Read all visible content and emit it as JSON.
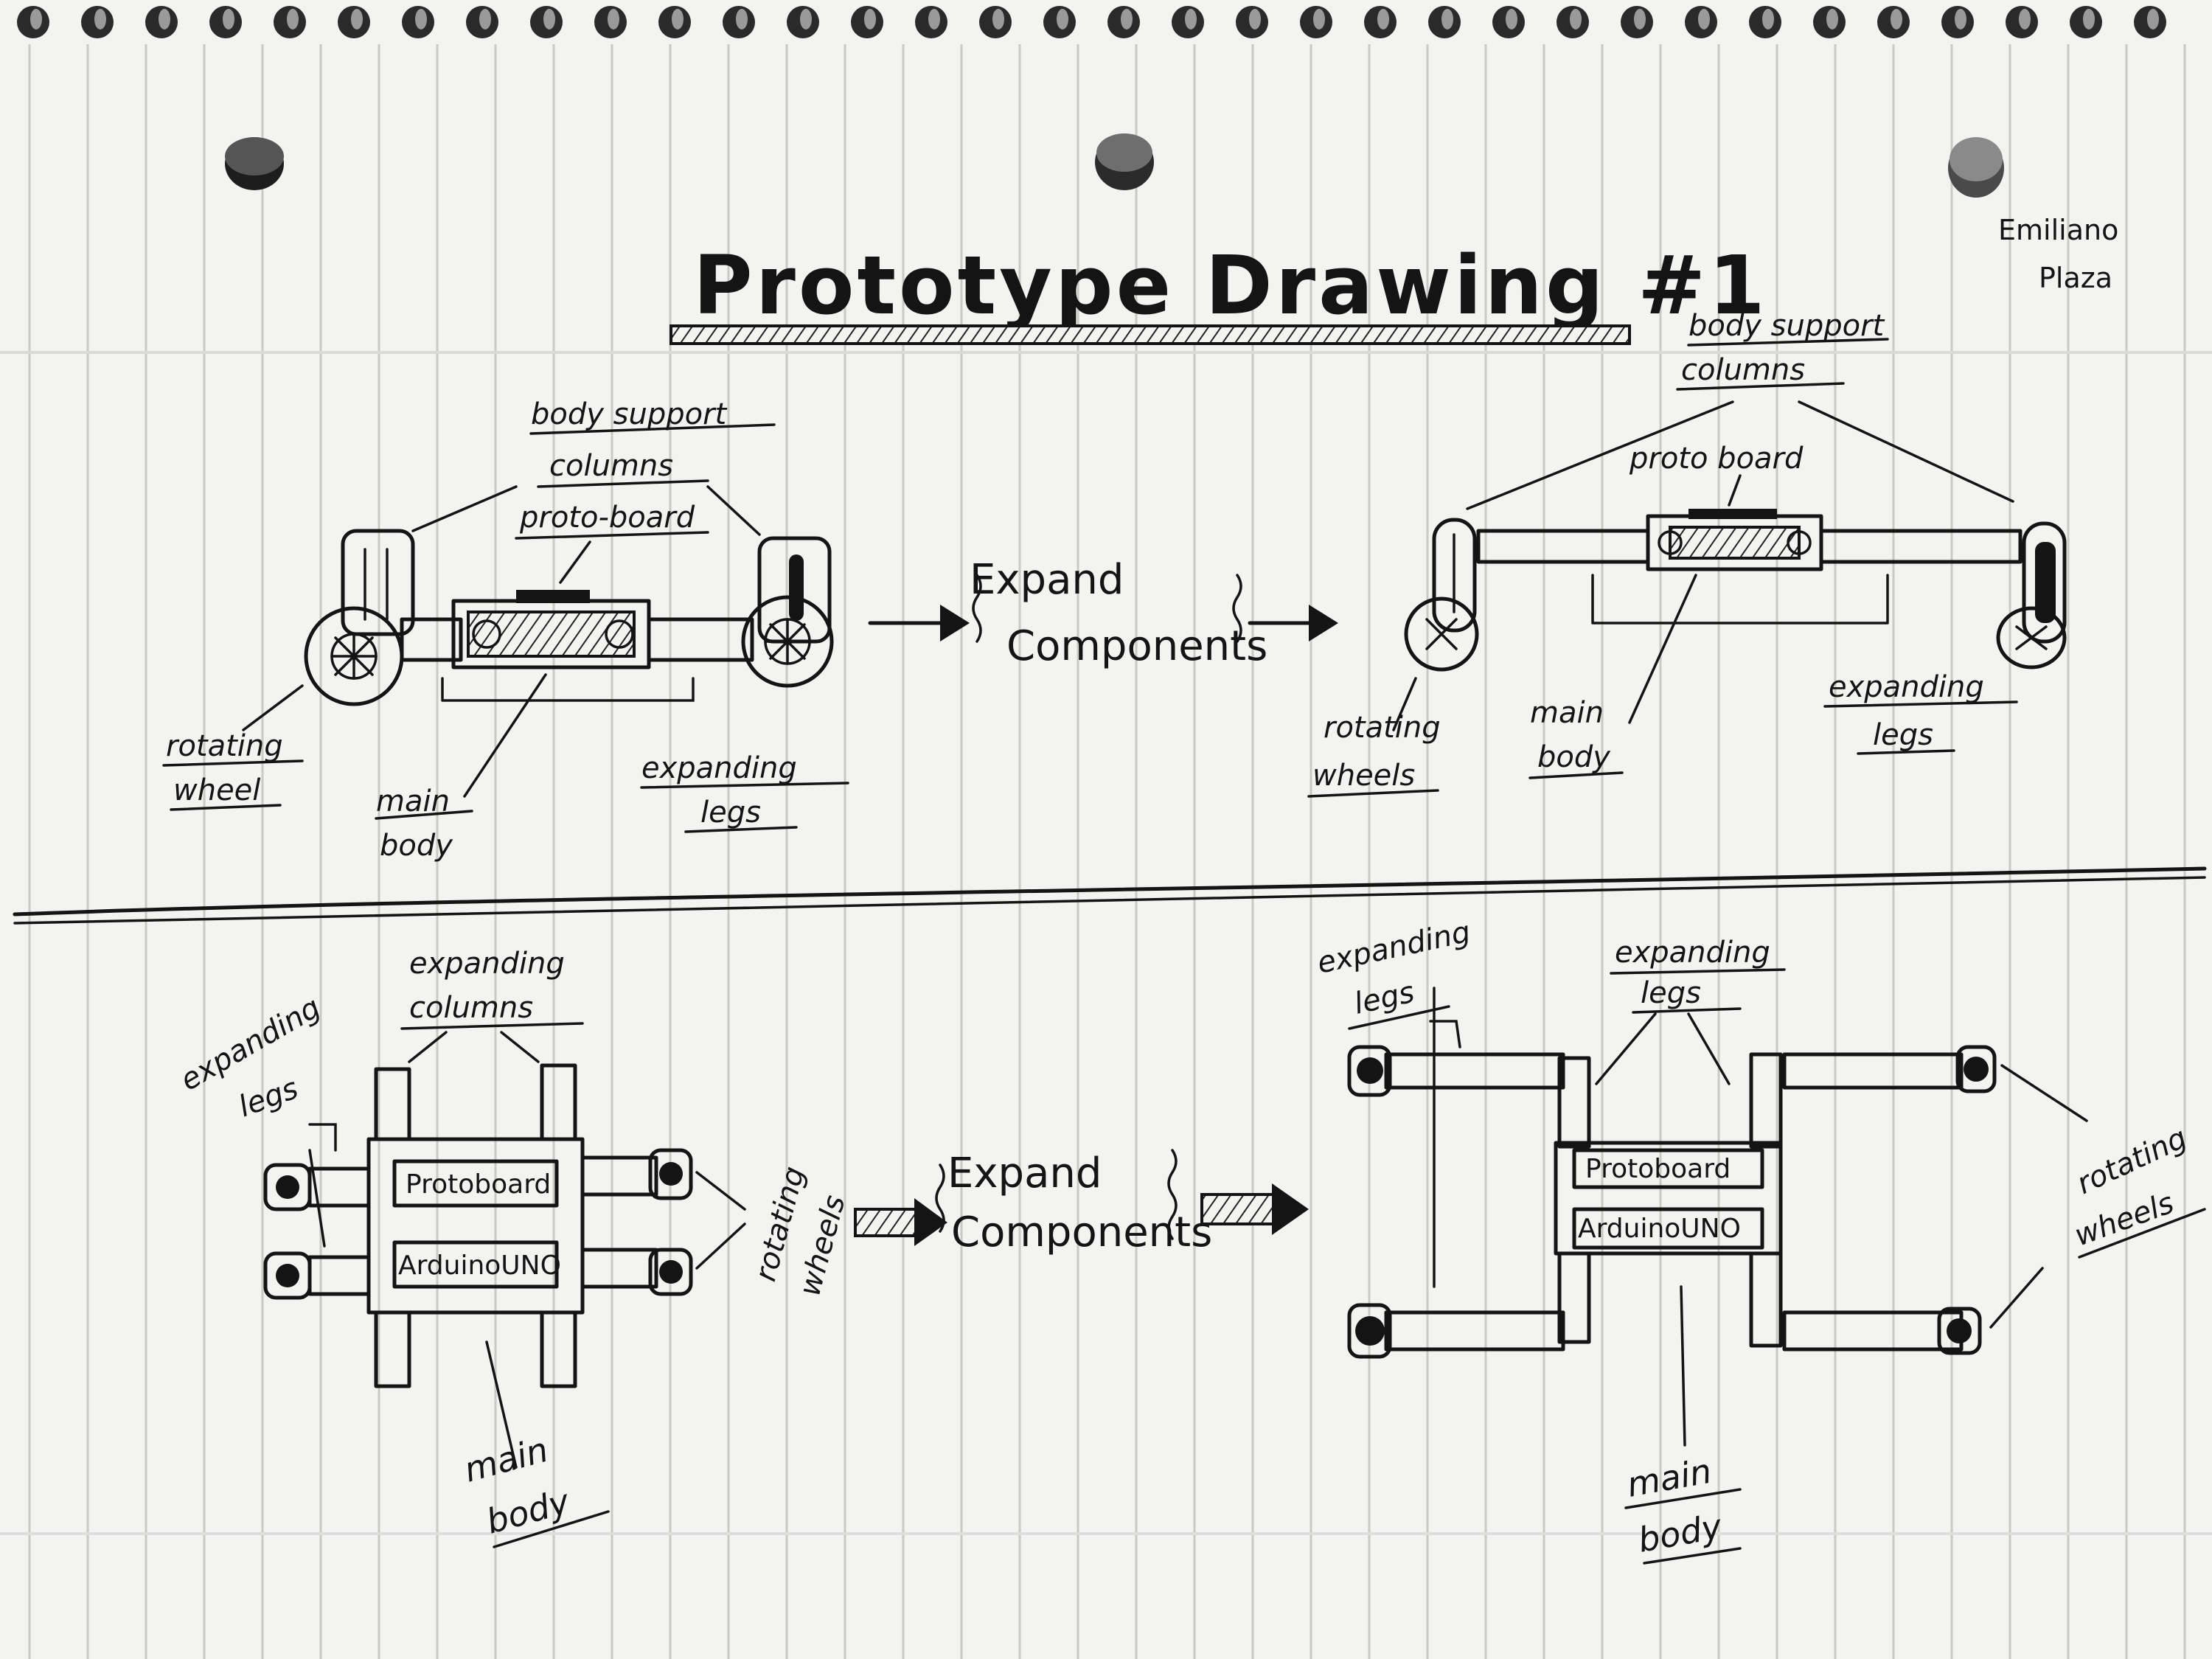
{
  "title": "Prototype Drawing #1",
  "author": {
    "first": "Emiliano",
    "last": "Plaza"
  },
  "top_left": {
    "body_support": "body support",
    "columns": "columns",
    "proto_board": "proto-board",
    "rotating": "rotating",
    "wheel": "wheel",
    "main": "main",
    "body": "body",
    "expanding": "expanding",
    "legs": "legs"
  },
  "top_middle": {
    "expand": "Expand",
    "components": "Components"
  },
  "top_right": {
    "body_support": "body support",
    "columns": "columns",
    "proto_board": "proto board",
    "rotating": "rotating",
    "wheels": "wheels",
    "main": "main",
    "body": "body",
    "expanding": "expanding",
    "legs": "legs"
  },
  "bottom_left": {
    "expanding_columns_1": "expanding",
    "expanding_columns_2": "columns",
    "expanding_legs_1": "expanding",
    "expanding_legs_2": "legs",
    "protoboard": "Protoboard",
    "arduino": "ArduinoUNO",
    "rotating": "rotating",
    "wheels": "wheels",
    "main": "main",
    "body": "body"
  },
  "bottom_middle": {
    "expand": "Expand",
    "components": "Components"
  },
  "bottom_right": {
    "expanding_legs_a1": "expanding",
    "expanding_legs_a2": "legs",
    "expanding_legs_b1": "expanding",
    "expanding_legs_b2": "legs",
    "protoboard": "Protoboard",
    "arduino": "ArduinoUNO",
    "rotating": "rotating",
    "wheels": "wheels",
    "main": "main",
    "body": "body"
  }
}
